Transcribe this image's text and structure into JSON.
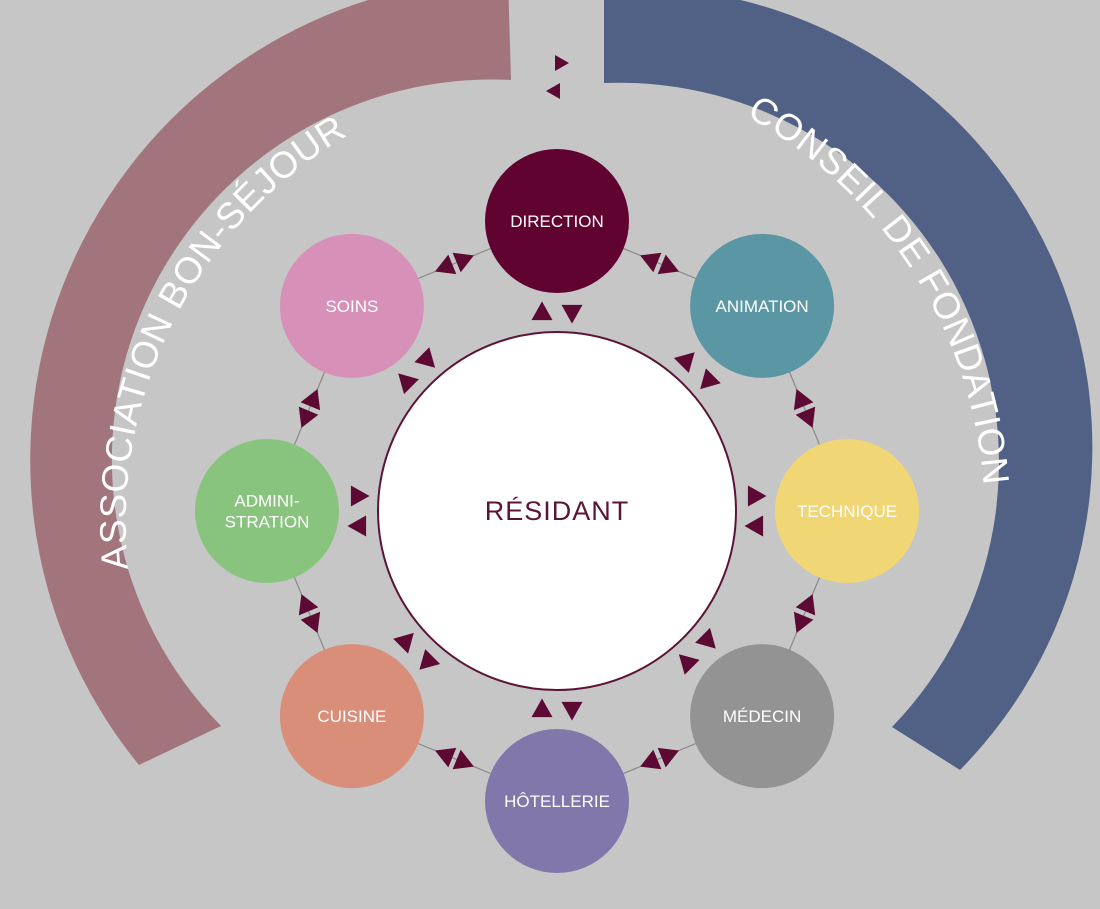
{
  "colors": {
    "background": "#c6c6c6",
    "arrow": "#5c0a33",
    "connector": "#8a8a8a",
    "center_border": "#5c1436"
  },
  "left_arc": {
    "label": "ASSOCIATION BON-SÉJOUR",
    "color": "#a2757d"
  },
  "right_arc": {
    "label": "CONSEIL DE FONDATION",
    "color": "#516185"
  },
  "center": {
    "label": "RÉSIDANT",
    "color": "#ffffff"
  },
  "nodes": [
    {
      "id": "direction",
      "label": [
        "DIRECTION"
      ],
      "color": "#610331"
    },
    {
      "id": "animation",
      "label": [
        "ANIMATION"
      ],
      "color": "#5b96a5"
    },
    {
      "id": "technique",
      "label": [
        "TECHNIQUE"
      ],
      "color": "#f1d675"
    },
    {
      "id": "medecin",
      "label": [
        "MÉDECIN"
      ],
      "color": "#939393"
    },
    {
      "id": "hotellerie",
      "label": [
        "HÔTELLERIE"
      ],
      "color": "#8177ab"
    },
    {
      "id": "cuisine",
      "label": [
        "CUISINE"
      ],
      "color": "#d98e79"
    },
    {
      "id": "administration",
      "label": [
        "ADMINI-",
        "STRATION"
      ],
      "color": "#89c47f"
    },
    {
      "id": "soins",
      "label": [
        "SOINS"
      ],
      "color": "#d790b8"
    }
  ]
}
